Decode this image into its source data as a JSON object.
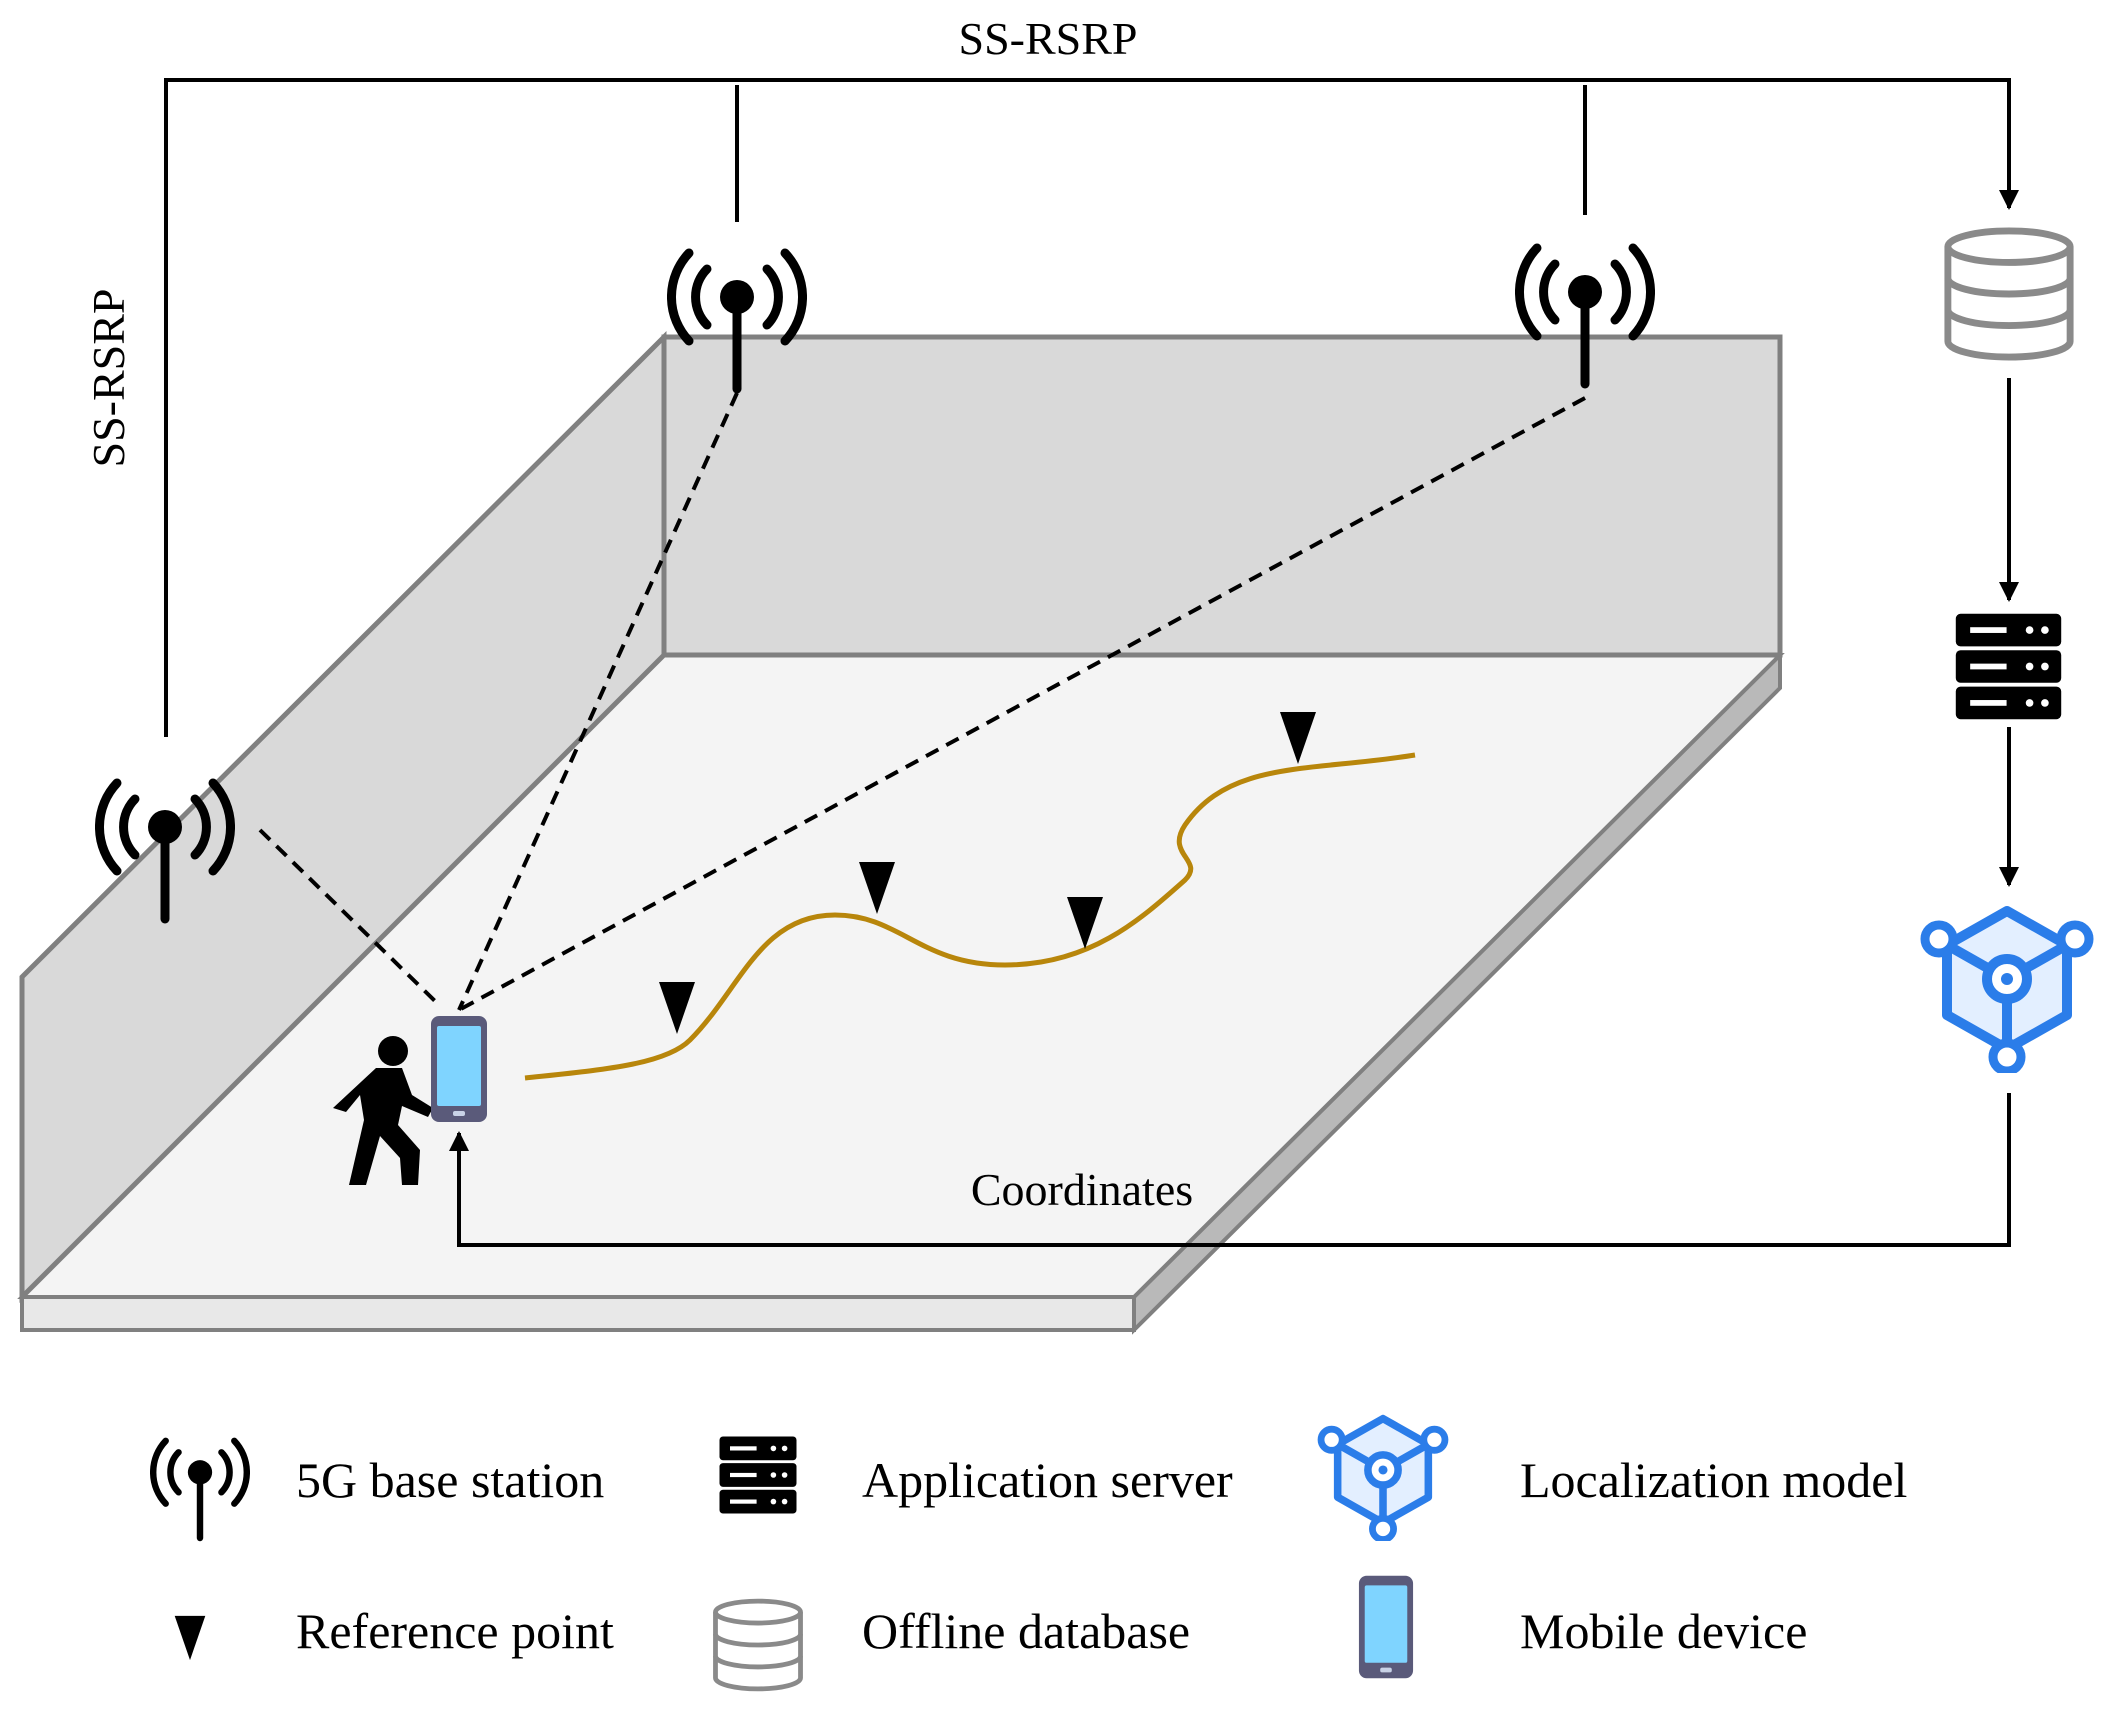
{
  "labels": {
    "top_signal": "SS-RSRP",
    "left_signal": "SS-RSRP",
    "coordinates": "Coordinates"
  },
  "legend": [
    {
      "icon": "antenna-icon",
      "label": "5G base station"
    },
    {
      "icon": "server-icon",
      "label": "Application server"
    },
    {
      "icon": "localization-model-icon",
      "label": "Localization model"
    },
    {
      "icon": "reference-point-icon",
      "label": "Reference point"
    },
    {
      "icon": "database-icon",
      "label": "Offline database"
    },
    {
      "icon": "mobile-device-icon",
      "label": "Mobile device"
    }
  ],
  "colors": {
    "wall": "#d9d9d9",
    "wall_stroke": "#808080",
    "floor": "#f4f4f4",
    "path": "#b8860b",
    "model_blue": "#2b7de9",
    "phone_screen": "#7fd4ff",
    "phone_body": "#5a5a7a"
  }
}
